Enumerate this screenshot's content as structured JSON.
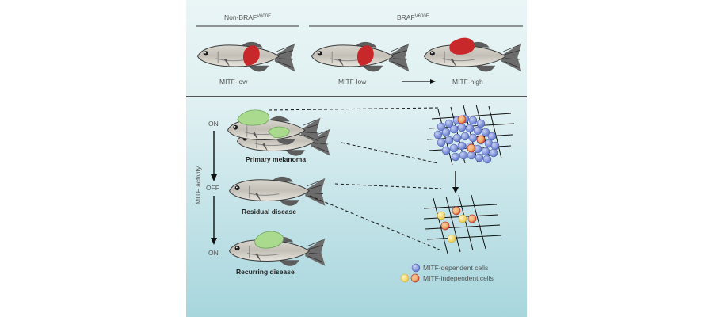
{
  "top": {
    "group_left": {
      "label": "Non-BRAF",
      "sup": "V600E"
    },
    "group_right": {
      "label": "BRAF",
      "sup": "V600E"
    },
    "fish_labels": [
      "MITF-low",
      "MITF-low",
      "MITF-high"
    ]
  },
  "bottom": {
    "axis_label": "MITF activity",
    "states": [
      "ON",
      "OFF",
      "ON"
    ],
    "stages": [
      "Primary melanoma",
      "Residual disease",
      "Recurring disease"
    ],
    "legend": [
      {
        "label": "MITF-dependent cells"
      },
      {
        "label": "MITF-independent cells"
      }
    ]
  },
  "colors": {
    "panel_top": "#e3f1f2",
    "panel_bottom": "#b6dde3",
    "tumor_red": "#c8282a",
    "tumor_green": "#a8d98c",
    "cell_blue": "#6f86d4",
    "cell_red": "#d85a4a",
    "cell_yellow": "#f2d35a"
  }
}
